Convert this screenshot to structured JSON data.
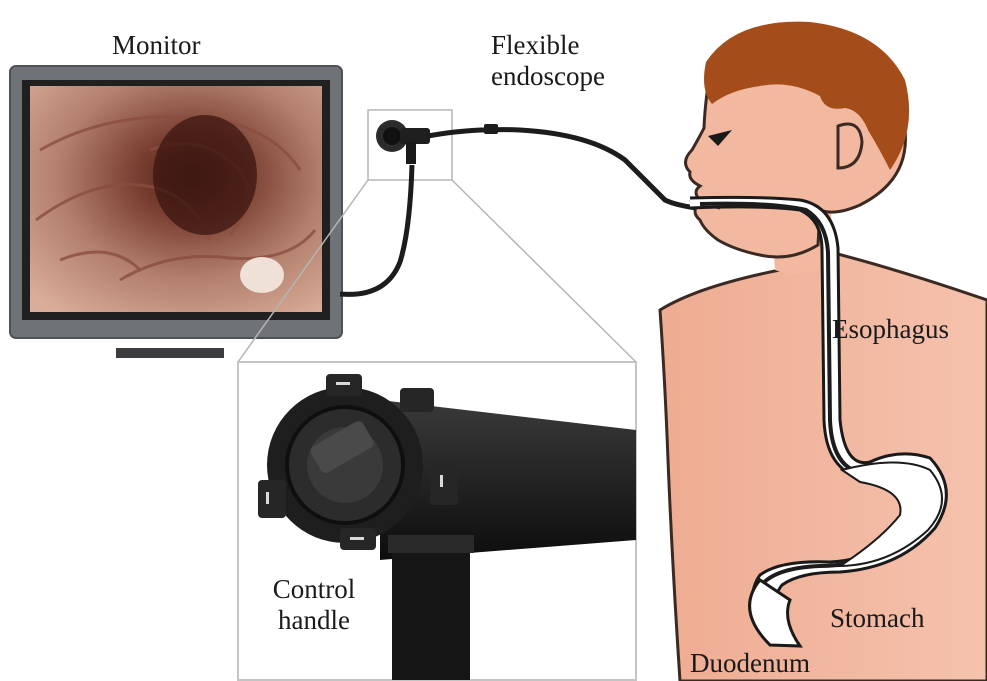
{
  "labels": {
    "monitor": "Monitor",
    "flexible_line1": "Flexible",
    "flexible_line2": "endoscope",
    "esophagus": "Esophagus",
    "stomach": "Stomach",
    "duodenum": "Duodenum",
    "control_line1": "Control",
    "control_line2": "handle"
  },
  "colors": {
    "skin": "#f2b8a0",
    "hair": "#a54d1a",
    "monitor_frame": "#6f7378",
    "tissue": "#b07a68",
    "scope": "#1c1c1c"
  }
}
